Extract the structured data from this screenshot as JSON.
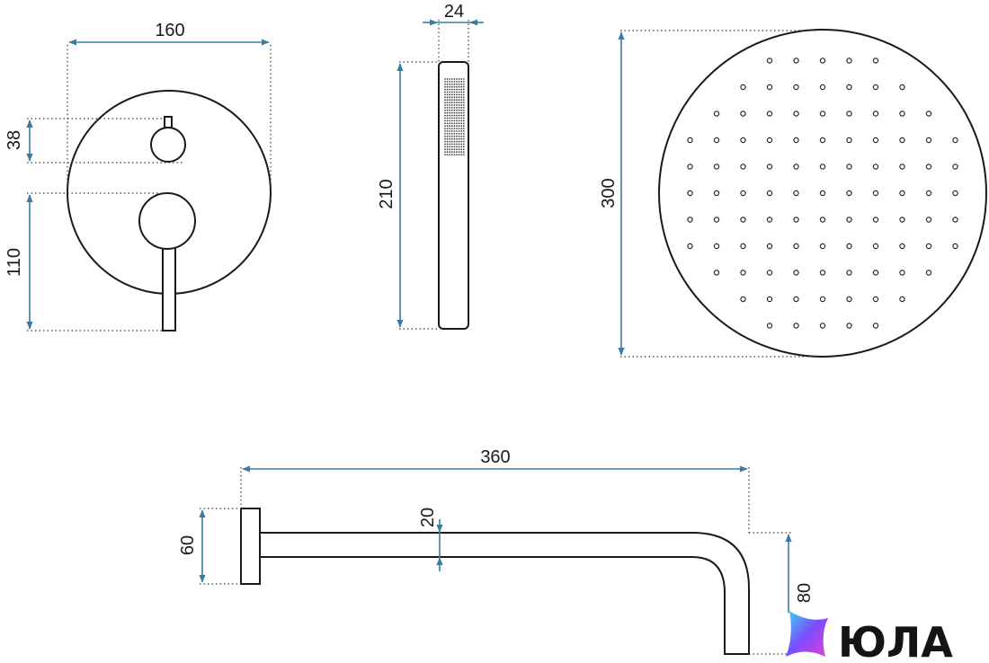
{
  "dimensions": {
    "mixer_width": "160",
    "mixer_top": "38",
    "mixer_bottom": "110",
    "handshower_width": "24",
    "handshower_length": "210",
    "head_diameter": "300",
    "arm_length": "360",
    "arm_flange": "60",
    "arm_pipe": "20",
    "arm_drop": "80"
  },
  "logo": {
    "text": "ЮЛА",
    "colors": [
      "#3ad8f0",
      "#7b4dff",
      "#e23fd0"
    ]
  }
}
